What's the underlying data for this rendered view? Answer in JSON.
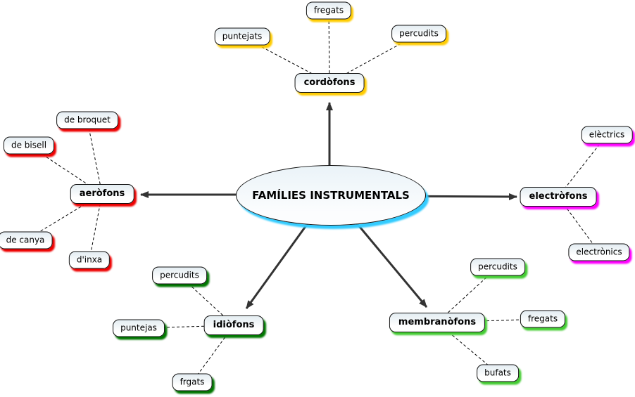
{
  "center": {
    "label": "FAMÍLIES INSTRUMENTALS",
    "shadow": "#33ccff"
  },
  "colors": {
    "arrow": "#333333",
    "link": "#000000",
    "node_border": "#111111"
  },
  "families": [
    {
      "label": "cordòfons",
      "shadow": "#ffcc00",
      "children": [
        {
          "label": "fregats"
        },
        {
          "label": "puntejats"
        },
        {
          "label": "percudits"
        }
      ]
    },
    {
      "label": "aeròfons",
      "shadow": "#ee0000",
      "children": [
        {
          "label": "de broquet"
        },
        {
          "label": "de bisell"
        },
        {
          "label": "de canya"
        },
        {
          "label": "d'inxa"
        }
      ]
    },
    {
      "label": "electròfons",
      "shadow": "#ff00ff",
      "children": [
        {
          "label": "elèctrics"
        },
        {
          "label": "electrònics"
        }
      ]
    },
    {
      "label": "idiòfons",
      "shadow": "#007700",
      "children": [
        {
          "label": "percudits"
        },
        {
          "label": "puntejas"
        },
        {
          "label": "frgats"
        }
      ]
    },
    {
      "label": "membranòfons",
      "shadow": "#44cc33",
      "children": [
        {
          "label": "percudits"
        },
        {
          "label": "fregats"
        },
        {
          "label": "bufats"
        }
      ]
    }
  ]
}
